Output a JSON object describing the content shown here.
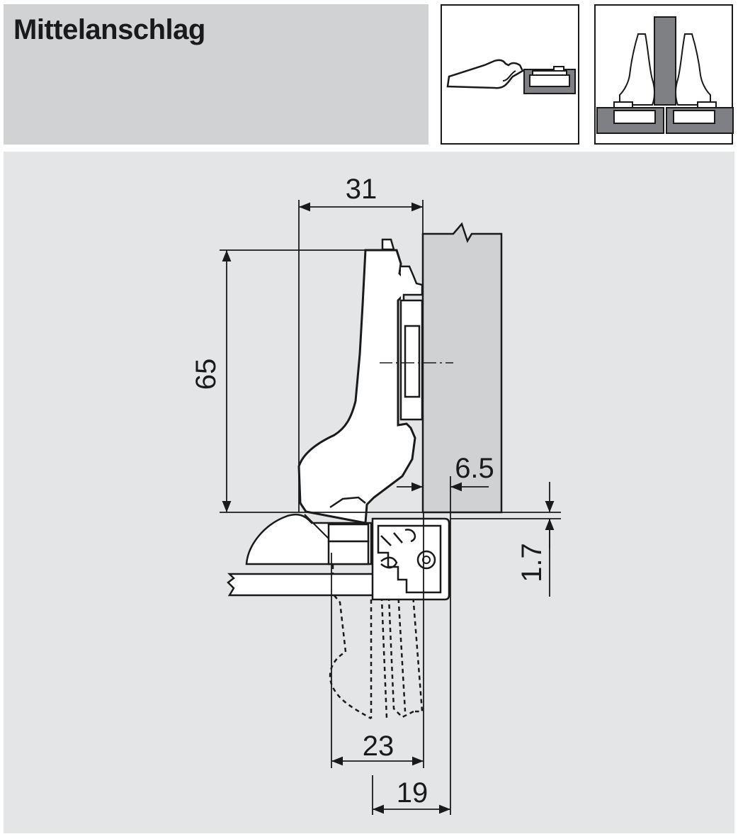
{
  "header": {
    "title": "Mittelanschlag"
  },
  "dimensions": {
    "width_top": "31",
    "height_left": "65",
    "gap": "6.5",
    "offset": "1.7",
    "depth": "23",
    "width_bottom": "19"
  },
  "colors": {
    "panel_gray": "#d1d2d4",
    "drawing_bg": "#e4e5e7",
    "door_gray": "#d0d1d3",
    "dark_gray": "#7f8083",
    "line": "#1a1a1a"
  }
}
